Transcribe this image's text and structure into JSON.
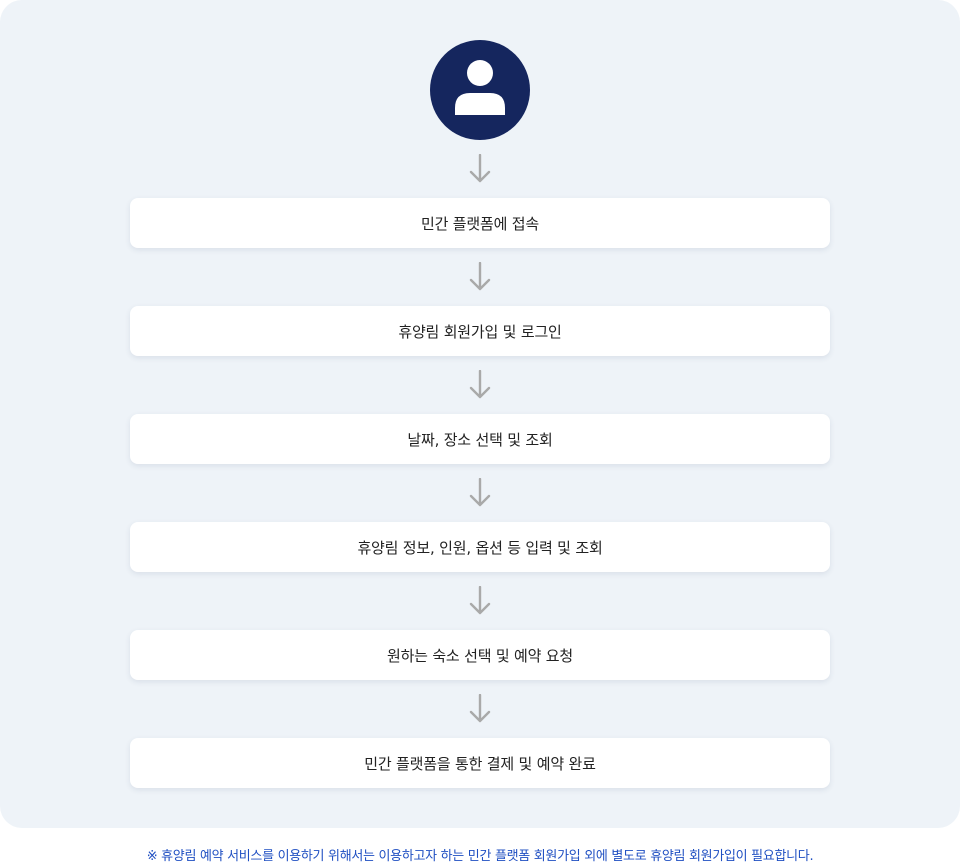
{
  "icons": {
    "user": "user-icon",
    "arrow": "arrow-down-icon"
  },
  "colors": {
    "avatar_bg": "#15265e",
    "panel_bg": "#eef3f8",
    "arrow": "#a9a9a9",
    "note_text": "#1f4fc2"
  },
  "steps": [
    {
      "label": "민간 플랫폼에 접속"
    },
    {
      "label": "휴양림 회원가입 및 로그인"
    },
    {
      "label": "날짜, 장소 선택 및 조회"
    },
    {
      "label": "휴양림 정보, 인원, 옵션 등 입력 및 조회"
    },
    {
      "label": "원하는 숙소 선택 및 예약 요청"
    },
    {
      "label": "민간 플랫폼을 통한 결제 및 예약 완료"
    }
  ],
  "note": "※ 휴양림 예약 서비스를 이용하기 위해서는 이용하고자 하는 민간 플랫폼 회원가입 외에 별도로 휴양림 회원가입이 필요합니다."
}
